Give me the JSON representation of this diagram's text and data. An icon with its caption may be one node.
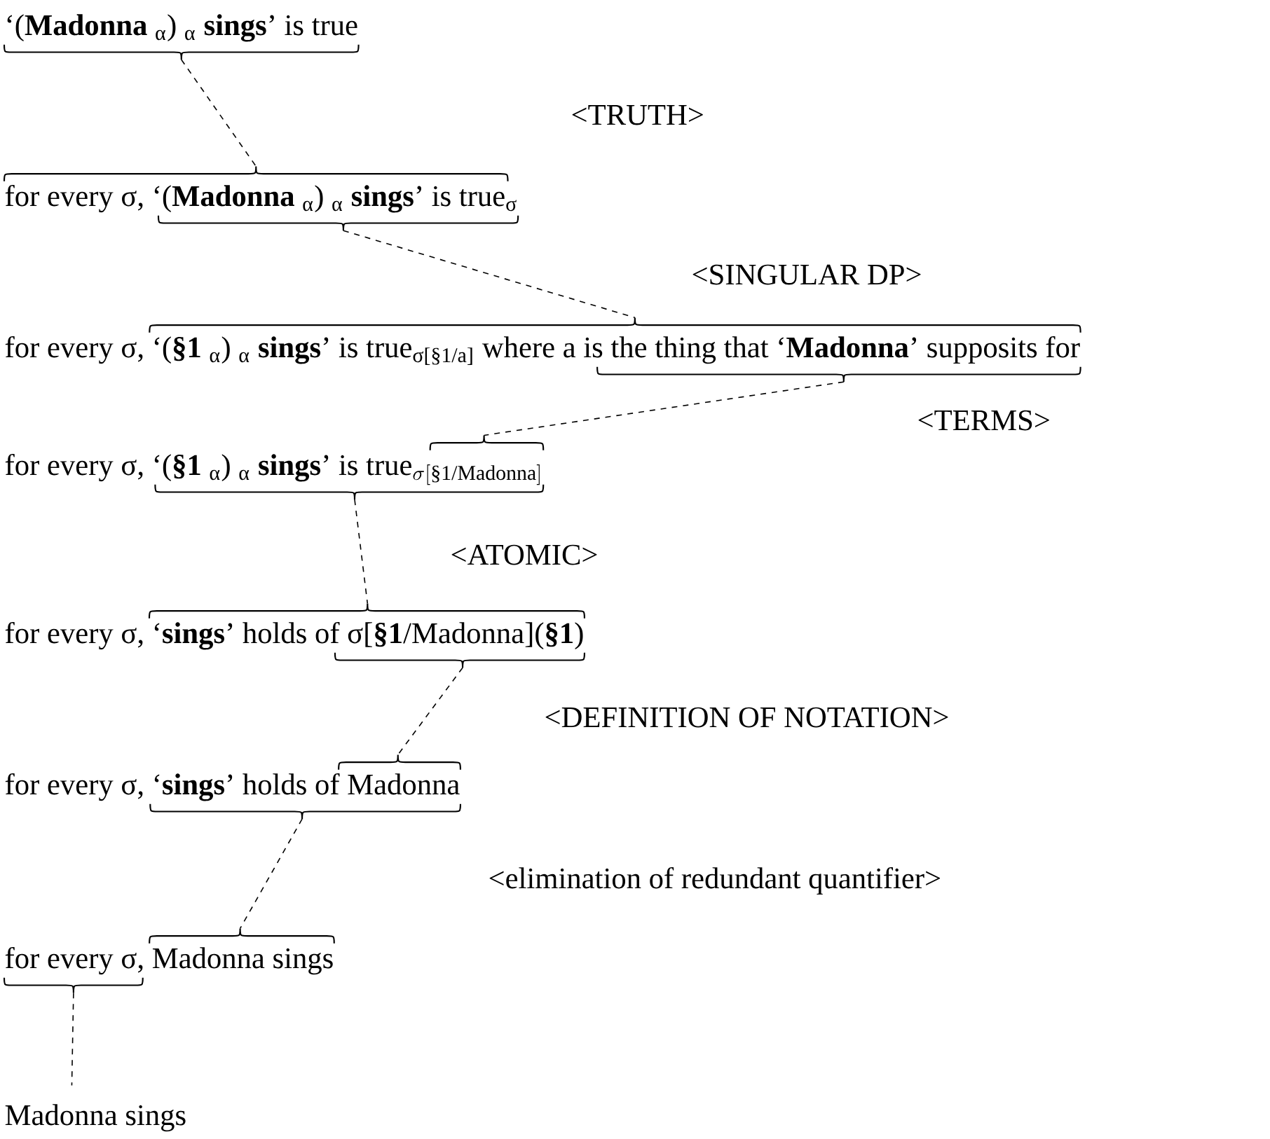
{
  "diagram": {
    "nodes": [
      {
        "text": [
          "‘(**Madonna** $_{α}$) $_{α}$ **sings**’ is true"
        ]
      },
      {
        "text": [
          "for every σ, ‘(**Madonna** $_{α}$) $_{α}$ **sings**’ is true$_{σ}$"
        ]
      },
      {
        "text": [
          "for every σ, ‘(**§1** $_{α}$) $_{α}$ **sings**’ is true$_{σ[§1/a]}$ where a is the thing that ‘**Madonna**’ supposits for"
        ]
      },
      {
        "text": [
          "for every σ, ‘(**§1** $_{α}$) $_{α}$ **sings**’ is",
          "\\text{true}_{\\sigma[\\text{§1/Madonna}]}"
        ]
      },
      {
        "text": [
          "for every σ, ‘**sings**’ holds of σ[**§1**/Madonna](**§1**)"
        ]
      },
      {
        "text": [
          "for every σ, ‘**sings**’ holds of Madonna"
        ]
      },
      {
        "text": [
          "for every σ, Madonna sings"
        ]
      },
      {
        "text": [
          "Madonna sings"
        ]
      }
    ],
    "edges": [
      {
        "from": 0,
        "to": 1,
        "arrow": "none",
        "style": "dashed"
      },
      {
        "from": 1,
        "to": 2,
        "arrow": "none",
        "style": "dashed"
      },
      {
        "from": 2,
        "to": 3,
        "arrow": "none",
        "style": "dashed"
      },
      {
        "from": 3,
        "to": 4,
        "arrow": "none",
        "style": "dashed"
      },
      {
        "from": 4,
        "to": 5,
        "arrow": "none",
        "style": "dashed"
      },
      {
        "from": 5,
        "to": 6,
        "arrow": "none",
        "style": "dashed"
      },
      {
        "from": 6,
        "to": 7,
        "arrow": "none",
        "style": "dashed"
      }
    ],
    "labels": [
      "<TRUTH>",
      "<SINGULAR DP>",
      "<TERMS>",
      "<ATOMIC>",
      "<DEFINITION OF NOTATION>",
      "<elimination of redundant quantifier>"
    ]
  }
}
